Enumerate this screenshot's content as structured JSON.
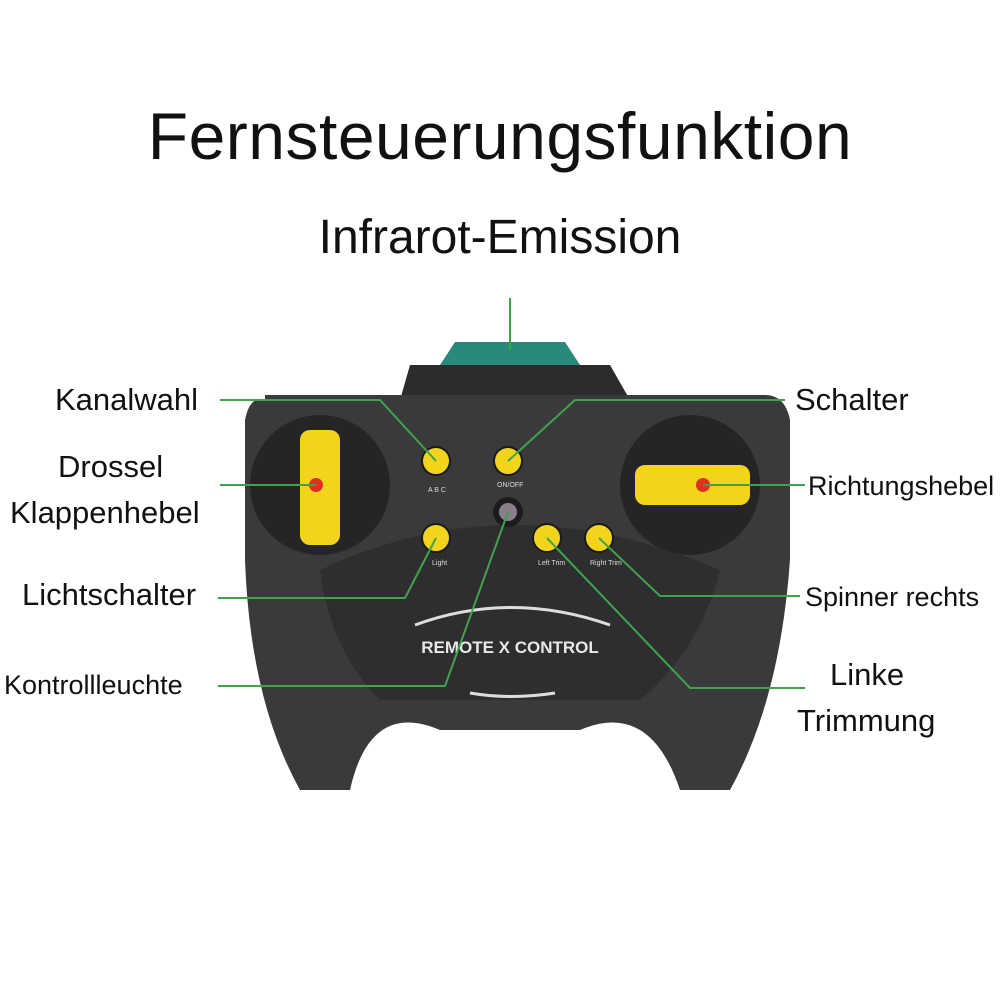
{
  "title": "Fernsteuerungsfunktion",
  "subtitle": "Infrarot-Emission",
  "labels": {
    "kanalwahl": "Kanalwahl",
    "drossel": "Drossel",
    "klappenhebel": "Klappenhebel",
    "lichtschalter": "Lichtschalter",
    "kontrollleuchte": "Kontrollleuchte",
    "schalter": "Schalter",
    "richtungshebel": "Richtungshebel",
    "spinner_rechts": "Spinner rechts",
    "linke": "Linke",
    "trimmung": "Trimmung"
  },
  "controller": {
    "btn_abc": "A B C",
    "btn_onoff": "ON/OFF",
    "btn_light": "Light",
    "btn_left_trim": "Left Trim",
    "btn_right_trim": "Right Trim",
    "logo": "REMOTE X CONTROL"
  },
  "colors": {
    "callout": "#3fa34d",
    "button": "#f2d41c",
    "body": "#3a3a3c"
  }
}
